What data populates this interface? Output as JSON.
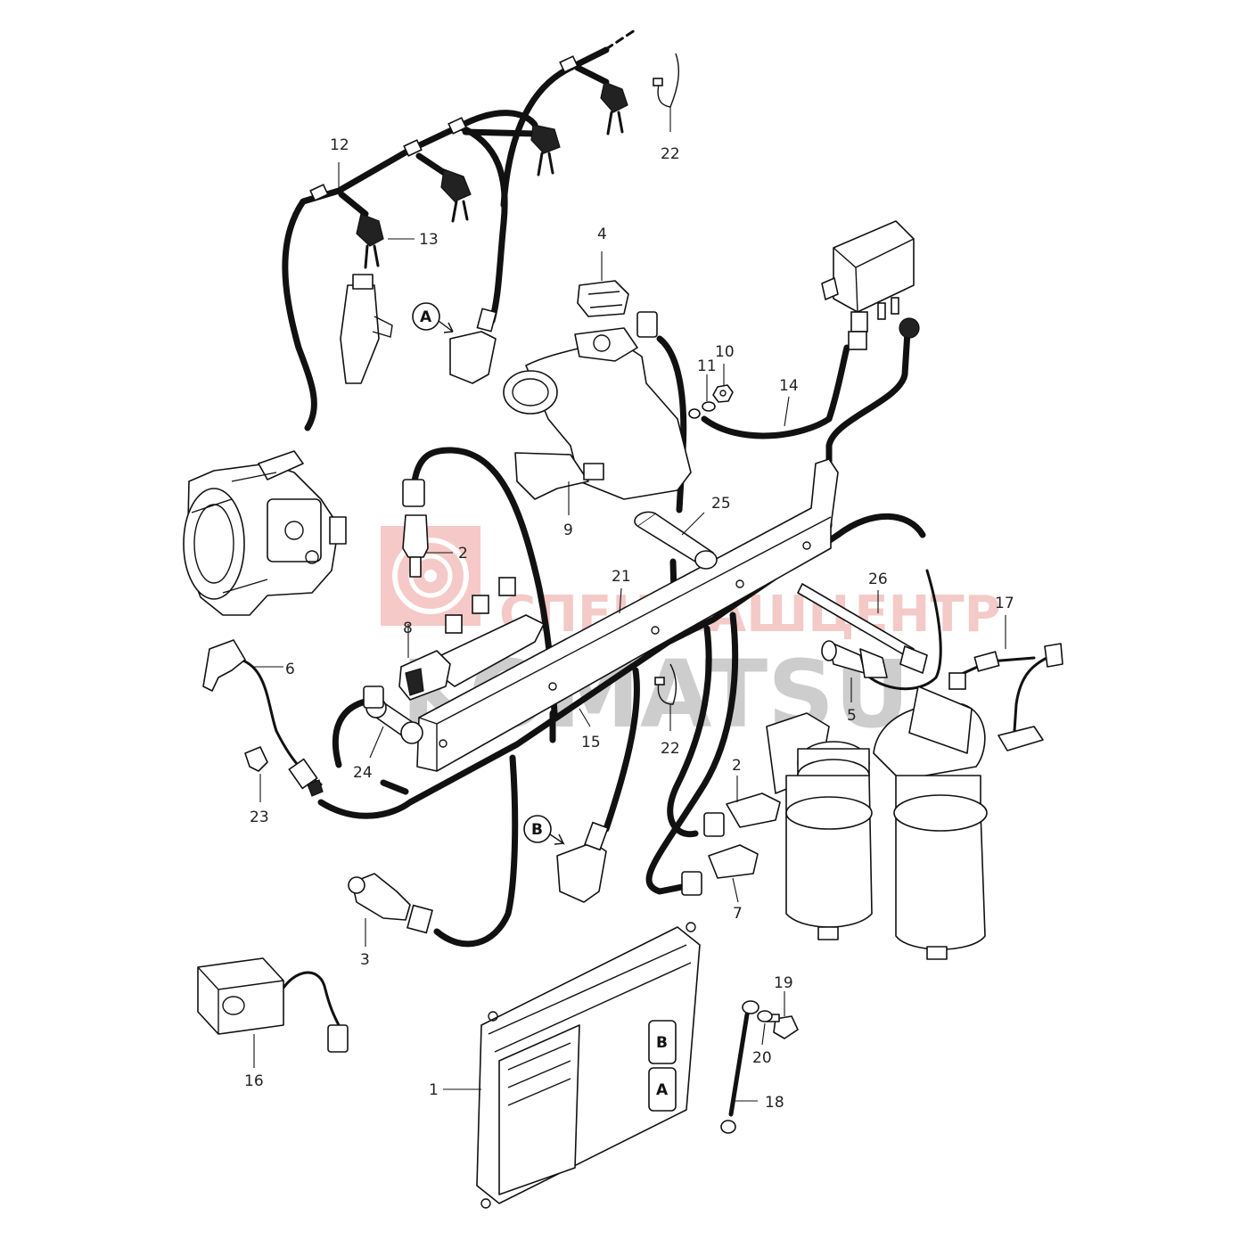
{
  "colors": {
    "line": "#111111",
    "background": "#ffffff",
    "watermark_red": "#e53935",
    "watermark_gray": "#9e9e9e"
  },
  "watermark": {
    "line1": "СПЕЦМАШЦЕНТР",
    "line2": "KOMATSU"
  },
  "refs": {
    "a": "A",
    "b": "B"
  },
  "ecu": {
    "port_b": "B",
    "port_a": "A"
  },
  "labels": [
    {
      "id": "1",
      "text": "1"
    },
    {
      "id": "2a",
      "text": "2"
    },
    {
      "id": "2b",
      "text": "2"
    },
    {
      "id": "3",
      "text": "3"
    },
    {
      "id": "4",
      "text": "4"
    },
    {
      "id": "5",
      "text": "5"
    },
    {
      "id": "6",
      "text": "6"
    },
    {
      "id": "7",
      "text": "7"
    },
    {
      "id": "8",
      "text": "8"
    },
    {
      "id": "9",
      "text": "9"
    },
    {
      "id": "10",
      "text": "10"
    },
    {
      "id": "11",
      "text": "11"
    },
    {
      "id": "12",
      "text": "12"
    },
    {
      "id": "13",
      "text": "13"
    },
    {
      "id": "14",
      "text": "14"
    },
    {
      "id": "15",
      "text": "15"
    },
    {
      "id": "16",
      "text": "16"
    },
    {
      "id": "17",
      "text": "17"
    },
    {
      "id": "18",
      "text": "18"
    },
    {
      "id": "19",
      "text": "19"
    },
    {
      "id": "20",
      "text": "20"
    },
    {
      "id": "21",
      "text": "21"
    },
    {
      "id": "22a",
      "text": "22"
    },
    {
      "id": "22b",
      "text": "22"
    },
    {
      "id": "23",
      "text": "23"
    },
    {
      "id": "24",
      "text": "24"
    },
    {
      "id": "25",
      "text": "25"
    },
    {
      "id": "26",
      "text": "26"
    }
  ]
}
